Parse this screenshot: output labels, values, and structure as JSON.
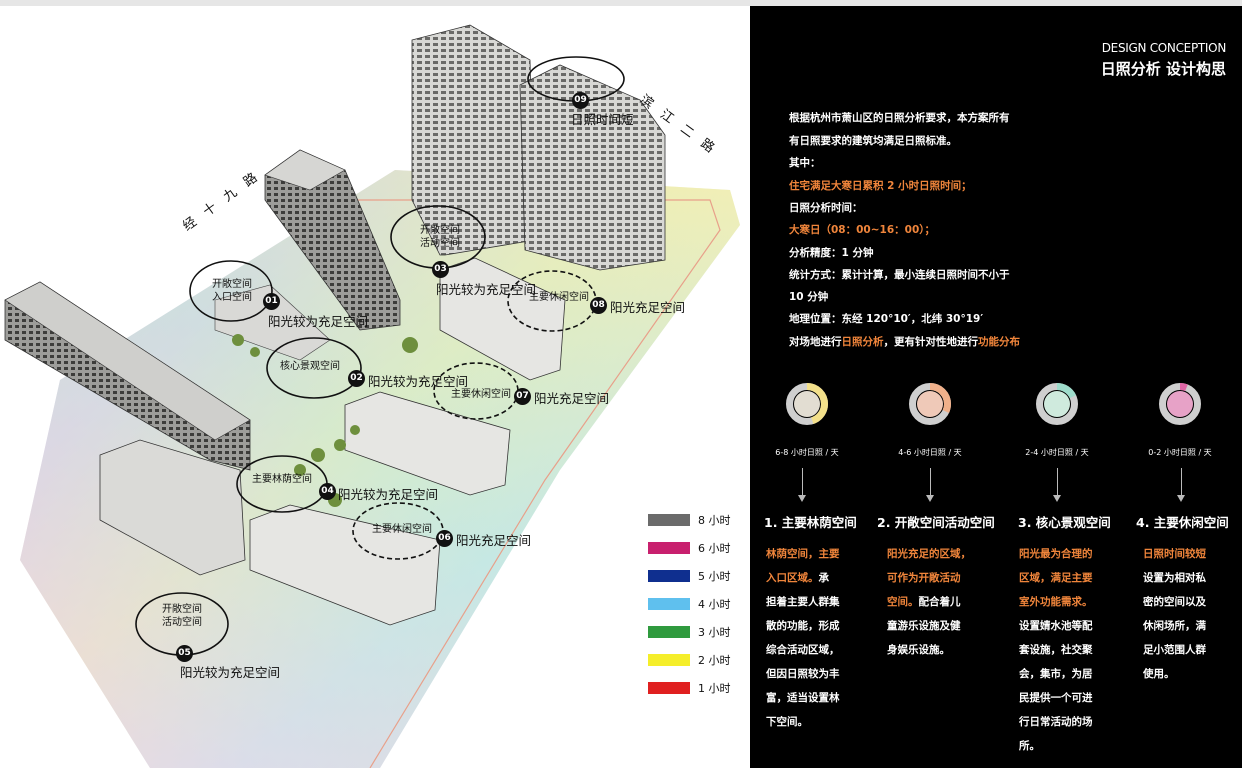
{
  "header": {
    "en": "DESIGN CONCEPTION",
    "cn": "日照分析 设计构思"
  },
  "roads": {
    "west": "经十九路",
    "east": "滨江二路"
  },
  "zones": [
    {
      "num": "01",
      "title_lines": [
        "开敞空间",
        "入口空间"
      ],
      "desc": "阳光较为充足空间",
      "dashed": false
    },
    {
      "num": "02",
      "title_lines": [
        "核心景观空间"
      ],
      "desc": "阳光较为充足空间",
      "dashed": false
    },
    {
      "num": "03",
      "title_lines": [
        "开敞空间",
        "活动空间"
      ],
      "desc": "阳光较为充足空间",
      "dashed": false
    },
    {
      "num": "04",
      "title_lines": [
        "主要林荫空间"
      ],
      "desc": "阳光较为充足空间",
      "dashed": false
    },
    {
      "num": "05",
      "title_lines": [
        "开敞空间",
        "活动空间"
      ],
      "desc": "阳光较为充足空间",
      "dashed": false
    },
    {
      "num": "06",
      "title_lines": [
        "主要休闲空间"
      ],
      "desc": "阳光充足空间",
      "dashed": true
    },
    {
      "num": "07",
      "title_lines": [
        "主要休闲空间"
      ],
      "desc": "阳光充足空间",
      "dashed": true
    },
    {
      "num": "08",
      "title_lines": [
        "主要休闲空间"
      ],
      "desc": "阳光充足空间",
      "dashed": true
    },
    {
      "num": "09",
      "title_lines": [],
      "desc": "日照时间短",
      "dashed": false
    }
  ],
  "legend": [
    {
      "label": "8 小时",
      "color": "#6b6b6b"
    },
    {
      "label": "6 小时",
      "color": "#c8206e"
    },
    {
      "label": "5 小时",
      "color": "#0f2f8f"
    },
    {
      "label": "4 小时",
      "color": "#5fc0ee"
    },
    {
      "label": "3 小时",
      "color": "#2f9a3e"
    },
    {
      "label": "2 小时",
      "color": "#f5ee2a"
    },
    {
      "label": "1 小时",
      "color": "#e02020"
    }
  ],
  "info_lines": [
    {
      "text": "根据杭州市萧山区的日照分析要求，本方案所有",
      "style": "white"
    },
    {
      "text": "有日照要求的建筑均满足日照标准。",
      "style": "white"
    },
    {
      "text": "其中：",
      "style": "white"
    },
    {
      "text": "住宅满足大寒日累积 2 小时日照时间；",
      "style": "orange"
    },
    {
      "text": "日照分析时间：",
      "style": "white"
    },
    {
      "text": "大寒日（08：00~16：00）；",
      "style": "orange"
    },
    {
      "text": "分析精度：1 分钟",
      "style": "white"
    },
    {
      "text": "统计方式：累计计算，最小连续日照时间不小于",
      "style": "white"
    },
    {
      "text": "10 分钟",
      "style": "white"
    },
    {
      "text": "地理位置：东经 120°10′，北纬 30°19′",
      "style": "white"
    }
  ],
  "info_last": {
    "a": "对场地进行",
    "b": "日照分析",
    "c": "，更有针对性地进行",
    "d": "功能分布"
  },
  "categories": [
    {
      "ring_label": "6-8 小时日照 / 天",
      "ring_color": "#f3e08a",
      "ring_fraction": 0.45,
      "center_color": "#e2ddd2",
      "title": "1. 主要林荫空间",
      "lines": [
        {
          "text": "林荫空间，主要",
          "style": "orange"
        },
        {
          "text": "入口区域。",
          "style": "orange",
          "rest": "承"
        },
        {
          "text": "担着主要人群集",
          "style": "white"
        },
        {
          "text": "散的功能，形成",
          "style": "white"
        },
        {
          "text": "综合活动区域，",
          "style": "white"
        },
        {
          "text": "但因日照较为丰",
          "style": "white"
        },
        {
          "text": "富，适当设置林",
          "style": "white"
        },
        {
          "text": "下空间。",
          "style": "white"
        }
      ]
    },
    {
      "ring_label": "4-6 小时日照 / 天",
      "ring_color": "#f0b08a",
      "ring_fraction": 0.32,
      "center_color": "#efc9b8",
      "title": "2. 开敞空间活动空间",
      "lines": [
        {
          "text": "阳光充足的区域，",
          "style": "orange"
        },
        {
          "text": "可作为开敞活动",
          "style": "orange"
        },
        {
          "text": "空间。",
          "style": "orange",
          "rest": "配合着儿"
        },
        {
          "text": "童游乐设施及健",
          "style": "white"
        },
        {
          "text": "身娱乐设施。",
          "style": "white"
        }
      ]
    },
    {
      "ring_label": "2-4 小时日照 / 天",
      "ring_color": "#9edccb",
      "ring_fraction": 0.18,
      "center_color": "#cfeadd",
      "title": "3. 核心景观空间",
      "lines": [
        {
          "text": "阳光最为合理的",
          "style": "orange"
        },
        {
          "text": "区域，满足主要",
          "style": "orange"
        },
        {
          "text": "室外功能需求。",
          "style": "orange"
        },
        {
          "text": "设置婧水池等配",
          "style": "white"
        },
        {
          "text": "套设施，社交聚",
          "style": "white"
        },
        {
          "text": "会，集市，为居",
          "style": "white"
        },
        {
          "text": "民提供一个可进",
          "style": "white"
        },
        {
          "text": "行日常活动的场",
          "style": "white"
        },
        {
          "text": "所。",
          "style": "white"
        }
      ]
    },
    {
      "ring_label": "0-2 小时日照 / 天",
      "ring_color": "#e066a6",
      "ring_fraction": 0.06,
      "center_color": "#e7a2c7",
      "title": "4. 主要休闲空间",
      "lines": [
        {
          "text": "日照时间较短",
          "style": "orange"
        },
        {
          "text": "设置为相对私",
          "style": "white"
        },
        {
          "text": "密的空间以及",
          "style": "white"
        },
        {
          "text": "休闲场所，满",
          "style": "white"
        },
        {
          "text": "足小范围人群",
          "style": "white"
        },
        {
          "text": "使用。",
          "style": "white"
        }
      ]
    }
  ]
}
